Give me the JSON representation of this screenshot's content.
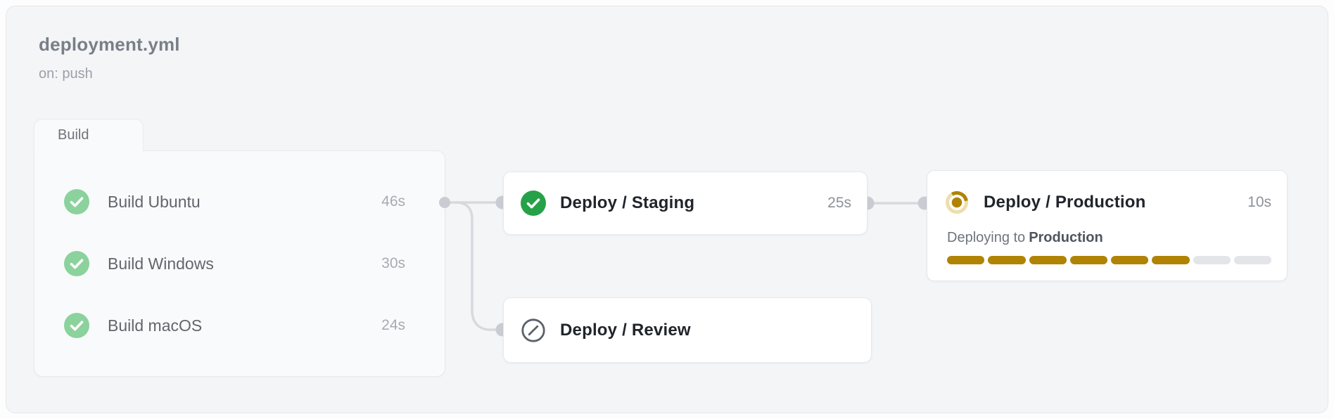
{
  "workflow": {
    "title": "deployment.yml",
    "trigger": "on: push"
  },
  "build_group": {
    "label": "Build",
    "jobs": [
      {
        "name": "Build Ubuntu",
        "duration": "46s",
        "status": "success"
      },
      {
        "name": "Build Windows",
        "duration": "30s",
        "status": "success"
      },
      {
        "name": "Build macOS",
        "duration": "24s",
        "status": "success"
      }
    ]
  },
  "jobs": {
    "staging": {
      "title": "Deploy / Staging",
      "duration": "25s",
      "status": "success"
    },
    "review": {
      "title": "Deploy / Review",
      "status": "skipped"
    },
    "production": {
      "title": "Deploy / Production",
      "duration": "10s",
      "status": "in-progress",
      "message_prefix": "Deploying to",
      "message_target": "Production",
      "progress": {
        "filled": 6,
        "total": 8
      }
    }
  },
  "colors": {
    "success_strong": "#26a148",
    "success_soft": "#8bd29c",
    "in_progress": "#b08305",
    "in_progress_ring": "#ecdfad",
    "skipped": "#59616b",
    "connector_line": "#d6d9dd",
    "connector_dot": "#c9cdd3"
  }
}
